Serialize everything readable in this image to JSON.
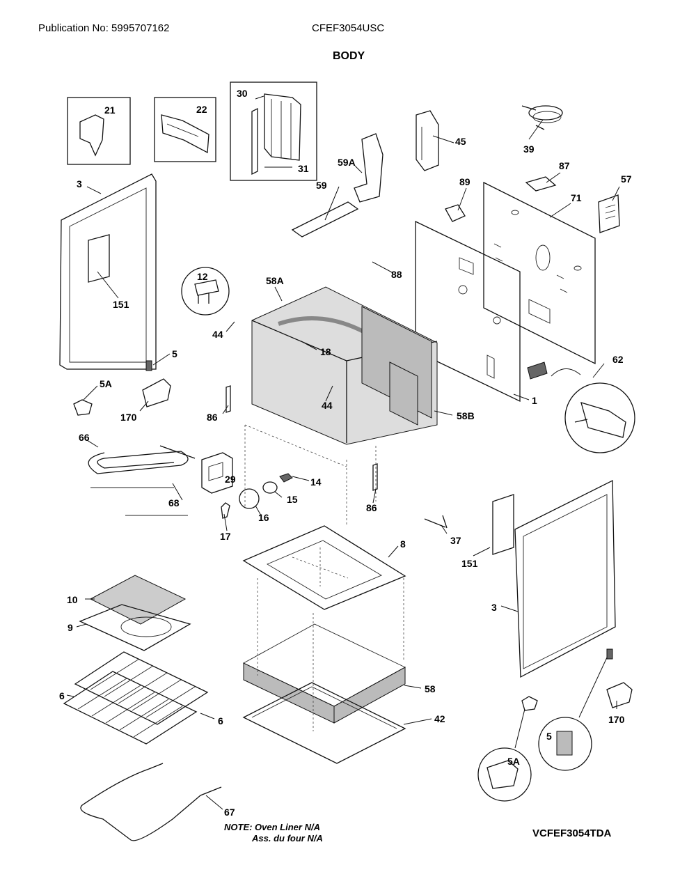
{
  "header": {
    "publication": "Publication No: 5995707162",
    "model": "CFEF3054USC",
    "section_title": "BODY"
  },
  "labels": {
    "p21": "21",
    "p22": "22",
    "p30": "30",
    "p31": "31",
    "p39": "39",
    "p45": "45",
    "p59A": "59A",
    "p59": "59",
    "p87": "87",
    "p89": "89",
    "p57": "57",
    "p71": "71",
    "p3_left": "3",
    "p151_left": "151",
    "p12": "12",
    "p58A": "58A",
    "p88": "88",
    "p44_a": "44",
    "p18": "18",
    "p5_left": "5",
    "p5A_left": "5A",
    "p170_left": "170",
    "p86_a": "86",
    "p44_b": "44",
    "p58B": "58B",
    "p1": "1",
    "p62": "62",
    "p66": "66",
    "p29": "29",
    "p14": "14",
    "p15": "15",
    "p68": "68",
    "p16": "16",
    "p17": "17",
    "p86_b": "86",
    "p37": "37",
    "p8": "8",
    "p151_right": "151",
    "p10": "10",
    "p9": "9",
    "p3_right": "3",
    "p6_a": "6",
    "p6_b": "6",
    "p58": "58",
    "p42": "42",
    "p170_right": "170",
    "p5_right": "5",
    "p5A_right": "5A",
    "p67": "67"
  },
  "note": {
    "line1": "NOTE: Oven Liner N/A",
    "line2": "Ass. du four N/A"
  },
  "diagram_code": "VCFEF3054TDA"
}
